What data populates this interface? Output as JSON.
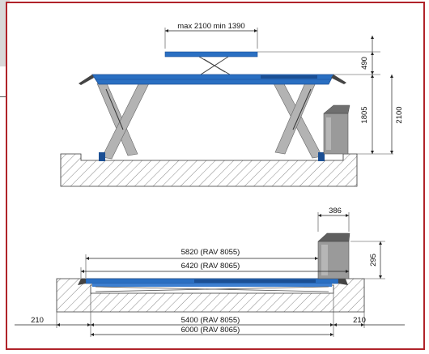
{
  "colors": {
    "frame": "#b0232a",
    "lift_blue": "#2a6fc2",
    "lift_dark_blue": "#1b4f94",
    "scissor_gray": "#a8a8a8",
    "control_box_gray": "#9a9a9a",
    "page_tab_gray": "#d9d9d9"
  },
  "side_view": {
    "top_dim": "max 2100 min 1390",
    "right_dims": [
      "490",
      "1805",
      "2100"
    ]
  },
  "top_view": {
    "box_width": "386",
    "box_height": "295",
    "length_1": "5820 (RAV 8055)",
    "length_2": "6420 (RAV 8065)",
    "pit_1": "5400 (RAV 8055)",
    "pit_2": "6000 (RAV 8065)",
    "margin_left": "210",
    "margin_right": "210"
  }
}
